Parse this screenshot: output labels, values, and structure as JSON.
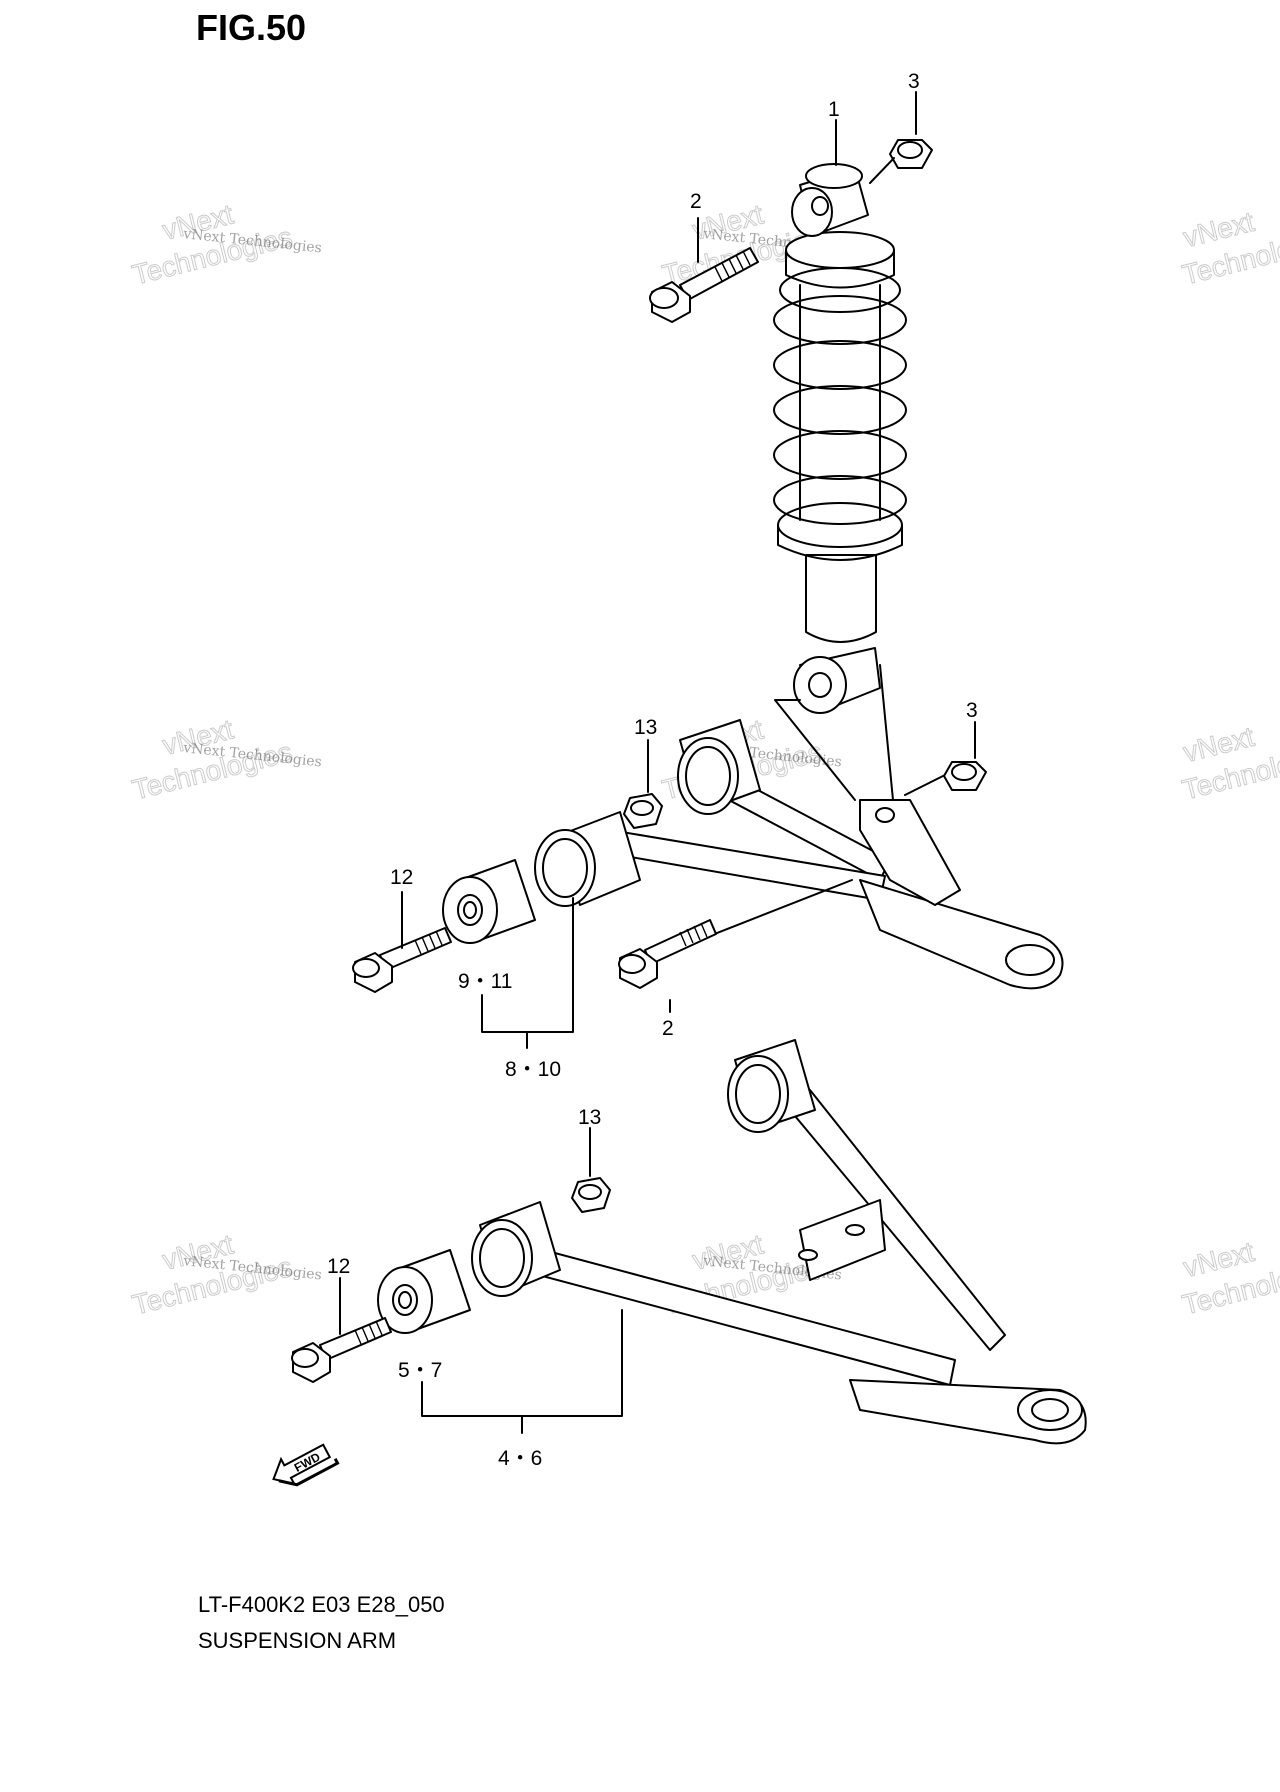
{
  "figure": {
    "title": "FIG.50"
  },
  "callouts": {
    "c1": "1",
    "c2_top": "2",
    "c3_top": "3",
    "c13_upper": "13",
    "c3_mid": "3",
    "c12_upper": "12",
    "c9_11": "9・11",
    "c2_low": "2",
    "c8_10": "8・10",
    "c13_lower": "13",
    "c12_lower": "12",
    "c5_7": "5・7",
    "c4_6": "4・6"
  },
  "fwd_label": "FWD",
  "caption": {
    "line1": "LT-F400K2 E03 E28_050",
    "line2": "SUSPENSION ARM"
  },
  "watermark": {
    "small": "vNext Technologies",
    "large_1": "vNext",
    "large_2": "Technologies"
  }
}
